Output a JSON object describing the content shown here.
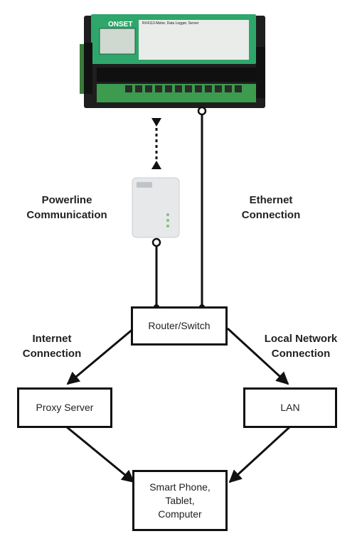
{
  "device": {
    "brand": "ONSET",
    "model_title": "RX4113-Meter, Data Logger, Server"
  },
  "labels": {
    "powerline": "Powerline\nCommunication",
    "ethernet": "Ethernet\nConnection",
    "internet": "Internet\nConnection",
    "local_network": "Local Network\nConnection"
  },
  "nodes": {
    "router": "Router/Switch",
    "proxy": "Proxy Server",
    "lan": "LAN",
    "endpoint": "Smart Phone,\nTablet,\nComputer"
  },
  "colors": {
    "device_green": "#2fa66b",
    "device_body": "#1b1b1b",
    "terminal_green": "#3c9b4e",
    "adapter_body": "#e6e8ea",
    "line": "#111111"
  },
  "icons": {
    "powerline_adapter": "powerline-adapter-icon",
    "logger": "data-logger-icon"
  }
}
